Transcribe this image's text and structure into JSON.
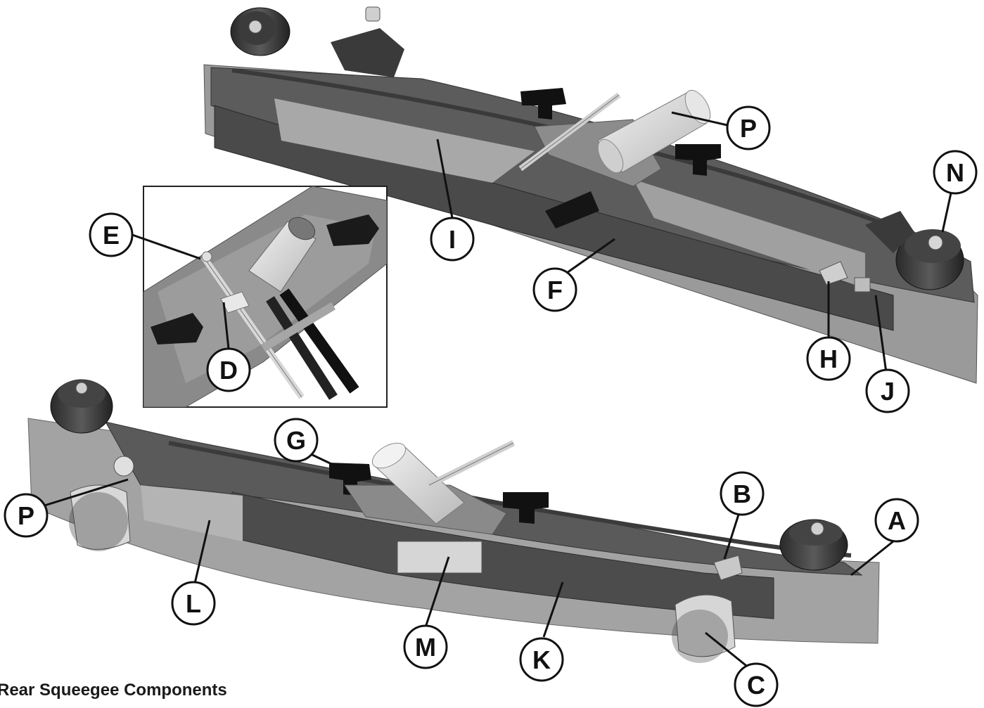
{
  "caption": "Rear Squeegee Components",
  "callouts": {
    "P_top": "P",
    "N": "N",
    "E": "E",
    "I": "I",
    "F": "F",
    "H": "H",
    "J": "J",
    "D": "D",
    "G": "G",
    "B": "B",
    "A": "A",
    "P_bottom": "P",
    "L": "L",
    "M": "M",
    "K": "K",
    "C": "C"
  }
}
